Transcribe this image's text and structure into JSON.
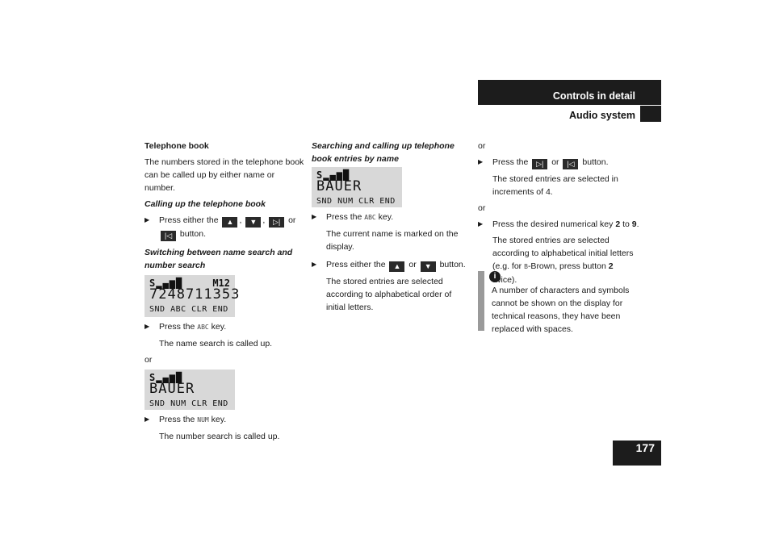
{
  "header": {
    "title": "Controls in detail",
    "subtitle": "Audio system"
  },
  "page_number": "177",
  "icons": {
    "up": "up-arrow-key",
    "down": "down-arrow-key",
    "next": "skip-forward-key",
    "prev": "skip-back-key"
  },
  "col1": {
    "heading": "Telephone book",
    "intro": "The numbers stored in the telephone book can be called up by either name or number.",
    "calling_heading": "Calling up the telephone book",
    "press_either": "Press either the",
    "comma": ",",
    "or": "or",
    "button": "button.",
    "switching_heading": "Switching between name search and number search",
    "lcd1": {
      "row1_left": "S▂▄▆█",
      "row1_right": "M12",
      "row2": "7248711353",
      "row3": "SND ABC CLR END"
    },
    "press_the": "Press the",
    "abc": "ABC",
    "key": "key.",
    "name_search_called": "The name search is called up.",
    "or_line": "or",
    "lcd2": {
      "row1_left": "S▂▄▆█",
      "row2": "BAUER",
      "row3": "SND NUM CLR END"
    },
    "num": "NUM",
    "number_search_called": "The number search is called up."
  },
  "col2": {
    "heading": "Searching and calling up telephone book entries by name",
    "lcd3": {
      "row1_left": "S▂▄▆█",
      "row2": "BAUER",
      "row3": "SND NUM CLR END"
    },
    "press_the": "Press the",
    "abc": "ABC",
    "key": "key.",
    "current_name": "The current name is marked on the display.",
    "press_either": "Press either the",
    "or": "or",
    "button": "button.",
    "selected_alpha": "The stored entries are selected according to alphabetical order of initial letters."
  },
  "col3": {
    "or_top": "or",
    "press_the": "Press the",
    "or": "or",
    "button": "button.",
    "selected_increments": "The stored entries are selected in increments of 4.",
    "or_mid": "or",
    "press_numerical_a": "Press the desired numerical key",
    "two": "2",
    "to": "to",
    "nine": "9",
    "dot": ".",
    "selected_initial_a": "The stored entries are selected according to alphabetical initial letters (e.g. for",
    "b_small": "B",
    "selected_initial_b": "-Brown, press button",
    "twice": "twice)."
  },
  "info": {
    "icon": "info-icon",
    "text": "A number of characters and symbols cannot be shown on the display for technical reasons, they have been replaced with spaces."
  }
}
